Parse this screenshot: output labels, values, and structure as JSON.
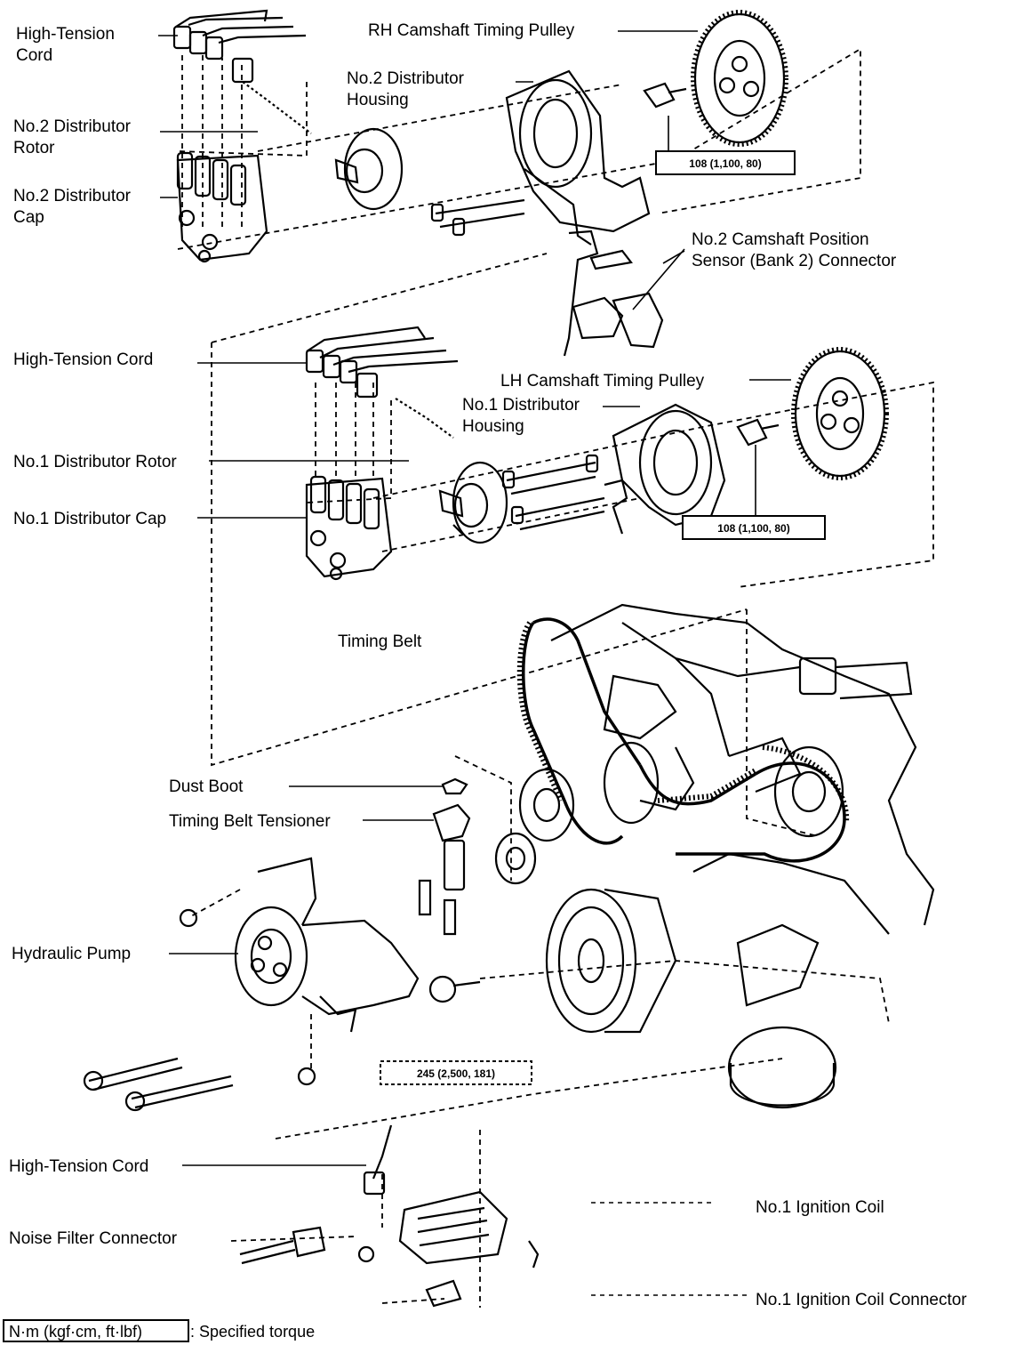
{
  "labels": {
    "ht_cord_top": [
      "High-Tension",
      "Cord"
    ],
    "no2_rotor": [
      "No.2 Distributor",
      "Rotor"
    ],
    "no2_cap": [
      "No.2 Distributor",
      "Cap"
    ],
    "rh_pulley": "RH Camshaft Timing Pulley",
    "no2_housing": [
      "No.2 Distributor",
      "Housing"
    ],
    "no2_sensor": [
      "No.2 Camshaft Position",
      "Sensor (Bank 2)  Connector"
    ],
    "ht_cord_mid": "High-Tension Cord",
    "lh_pulley": "LH Camshaft Timing Pulley",
    "no1_housing": [
      "No.1 Distributor",
      "Housing"
    ],
    "no1_rotor": "No.1 Distributor Rotor",
    "no1_cap": "No.1 Distributor Cap",
    "timing_belt": "Timing Belt",
    "dust_boot": "Dust Boot",
    "tensioner": "Timing Belt Tensioner",
    "hyd_pump": "Hydraulic Pump",
    "ht_cord_bottom": "High-Tension Cord",
    "noise_filter": "Noise Filter Connector",
    "ign_coil": "No.1 Ignition Coil",
    "ign_coil_conn": "No.1 Ignition Coil Connector"
  },
  "torques": {
    "rh": "108 (1,100, 80)",
    "lh": "108 (1,100, 80)",
    "pump": "245 (2,500, 181)"
  },
  "legend": {
    "unit": "N·m (kgf·cm, ft·lbf)",
    "text": ": Specified torque"
  }
}
